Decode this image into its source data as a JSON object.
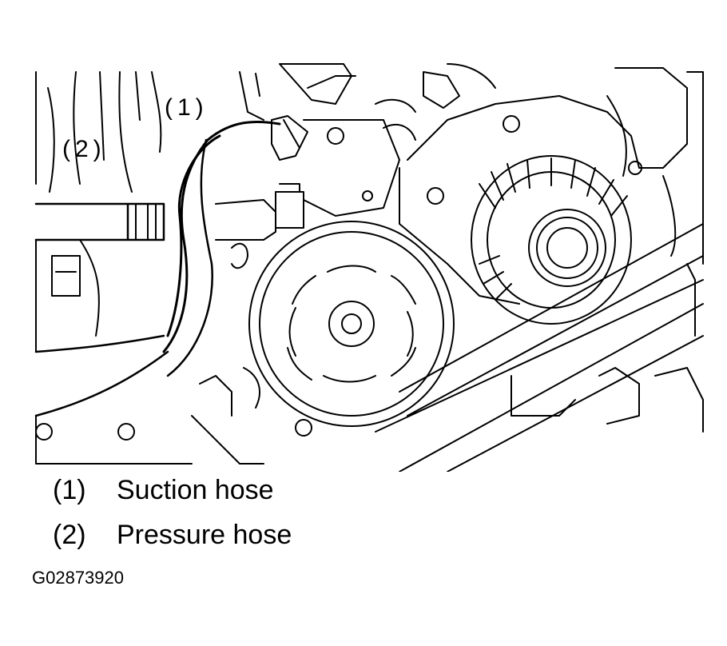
{
  "callouts": {
    "one": "(1)",
    "two": "(2)"
  },
  "legend": [
    {
      "number": "(1)",
      "label": "Suction hose"
    },
    {
      "number": "(2)",
      "label": "Pressure hose"
    }
  ],
  "figure_id": "G02873920",
  "colors": {
    "ink": "#000000",
    "paper": "#ffffff"
  }
}
